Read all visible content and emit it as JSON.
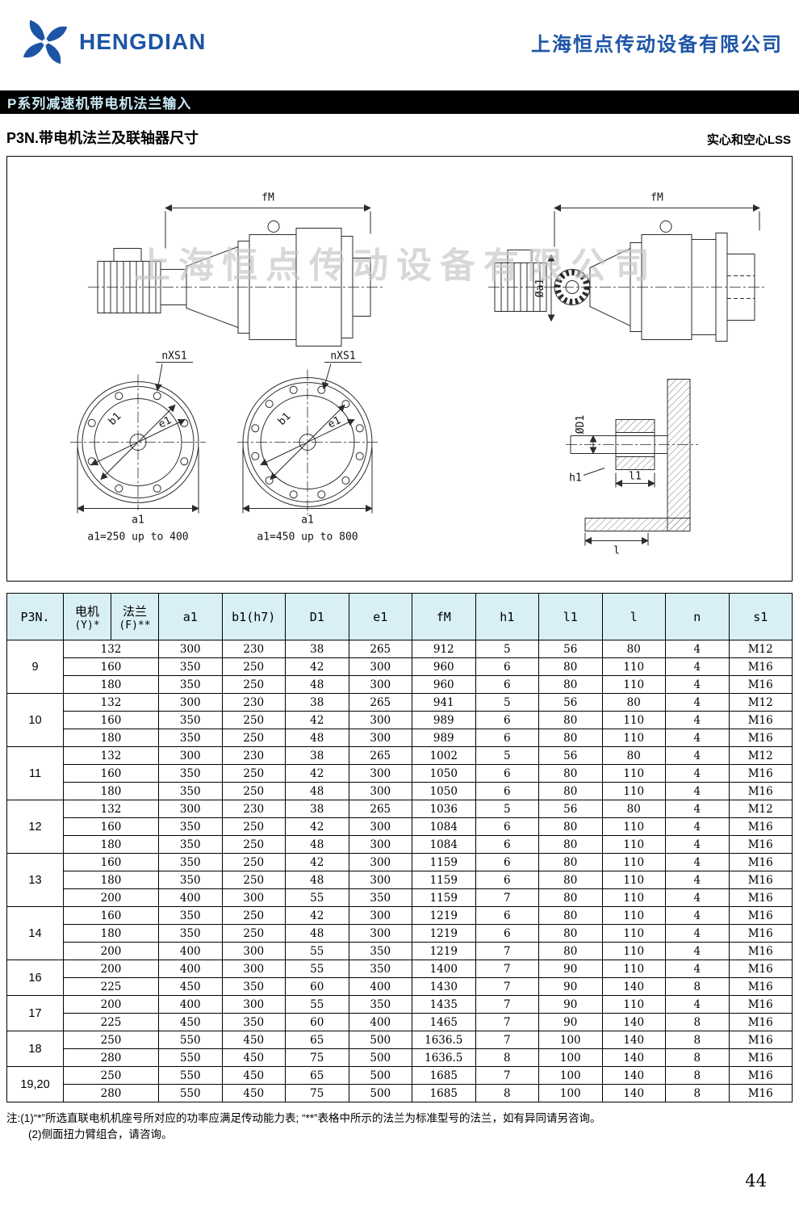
{
  "colors": {
    "brand_blue": "#1d55a6",
    "title_bar_bg": "#000000",
    "title_bar_text": "#c9e9f3",
    "table_header_bg": "#d8eff6",
    "watermark_gray": "#c6c6c6"
  },
  "header": {
    "brand": "HENGDIAN",
    "company": "上海恒点传动设备有限公司"
  },
  "title_bar": "P系列减速机带电机法兰输入",
  "section": {
    "left": "P3N.带电机法兰及联轴器尺寸",
    "right": "实心和空心LSS"
  },
  "drawing": {
    "watermark": "上海恒点传动设备有限公司",
    "labels": {
      "fm": "fM",
      "nxs1": "nXS1",
      "b1": "b1",
      "e1": "e1",
      "a1": "a1",
      "dia_a1": "Øa1",
      "dia_d1": "ØD1",
      "h1": "h1",
      "l1": "l1",
      "l": "l",
      "caption_small": "a1=250 up to 400",
      "caption_large": "a1=450 up to 800"
    }
  },
  "table": {
    "headers": [
      {
        "label": "P3N."
      },
      {
        "label": "电机",
        "sub": "(Y)*"
      },
      {
        "label": "法兰",
        "sub": "(F)**"
      },
      {
        "label": "a1"
      },
      {
        "label": "b1(h7)"
      },
      {
        "label": "D1"
      },
      {
        "label": "e1"
      },
      {
        "label": "fM"
      },
      {
        "label": "h1"
      },
      {
        "label": "l1"
      },
      {
        "label": "l"
      },
      {
        "label": "n"
      },
      {
        "label": "s1"
      }
    ],
    "groups": [
      {
        "model": "9",
        "rows": [
          [
            "132",
            "300",
            "230",
            "38",
            "265",
            "912",
            "5",
            "56",
            "80",
            "4",
            "M12"
          ],
          [
            "160",
            "350",
            "250",
            "42",
            "300",
            "960",
            "6",
            "80",
            "110",
            "4",
            "M16"
          ],
          [
            "180",
            "350",
            "250",
            "48",
            "300",
            "960",
            "6",
            "80",
            "110",
            "4",
            "M16"
          ]
        ]
      },
      {
        "model": "10",
        "rows": [
          [
            "132",
            "300",
            "230",
            "38",
            "265",
            "941",
            "5",
            "56",
            "80",
            "4",
            "M12"
          ],
          [
            "160",
            "350",
            "250",
            "42",
            "300",
            "989",
            "6",
            "80",
            "110",
            "4",
            "M16"
          ],
          [
            "180",
            "350",
            "250",
            "48",
            "300",
            "989",
            "6",
            "80",
            "110",
            "4",
            "M16"
          ]
        ]
      },
      {
        "model": "11",
        "rows": [
          [
            "132",
            "300",
            "230",
            "38",
            "265",
            "1002",
            "5",
            "56",
            "80",
            "4",
            "M12"
          ],
          [
            "160",
            "350",
            "250",
            "42",
            "300",
            "1050",
            "6",
            "80",
            "110",
            "4",
            "M16"
          ],
          [
            "180",
            "350",
            "250",
            "48",
            "300",
            "1050",
            "6",
            "80",
            "110",
            "4",
            "M16"
          ]
        ]
      },
      {
        "model": "12",
        "rows": [
          [
            "132",
            "300",
            "230",
            "38",
            "265",
            "1036",
            "5",
            "56",
            "80",
            "4",
            "M12"
          ],
          [
            "160",
            "350",
            "250",
            "42",
            "300",
            "1084",
            "6",
            "80",
            "110",
            "4",
            "M16"
          ],
          [
            "180",
            "350",
            "250",
            "48",
            "300",
            "1084",
            "6",
            "80",
            "110",
            "4",
            "M16"
          ]
        ]
      },
      {
        "model": "13",
        "rows": [
          [
            "160",
            "350",
            "250",
            "42",
            "300",
            "1159",
            "6",
            "80",
            "110",
            "4",
            "M16"
          ],
          [
            "180",
            "350",
            "250",
            "48",
            "300",
            "1159",
            "6",
            "80",
            "110",
            "4",
            "M16"
          ],
          [
            "200",
            "400",
            "300",
            "55",
            "350",
            "1159",
            "7",
            "80",
            "110",
            "4",
            "M16"
          ]
        ]
      },
      {
        "model": "14",
        "rows": [
          [
            "160",
            "350",
            "250",
            "42",
            "300",
            "1219",
            "6",
            "80",
            "110",
            "4",
            "M16"
          ],
          [
            "180",
            "350",
            "250",
            "48",
            "300",
            "1219",
            "6",
            "80",
            "110",
            "4",
            "M16"
          ],
          [
            "200",
            "400",
            "300",
            "55",
            "350",
            "1219",
            "7",
            "80",
            "110",
            "4",
            "M16"
          ]
        ]
      },
      {
        "model": "16",
        "rows": [
          [
            "200",
            "400",
            "300",
            "55",
            "350",
            "1400",
            "7",
            "90",
            "110",
            "4",
            "M16"
          ],
          [
            "225",
            "450",
            "350",
            "60",
            "400",
            "1430",
            "7",
            "90",
            "140",
            "8",
            "M16"
          ]
        ]
      },
      {
        "model": "17",
        "rows": [
          [
            "200",
            "400",
            "300",
            "55",
            "350",
            "1435",
            "7",
            "90",
            "110",
            "4",
            "M16"
          ],
          [
            "225",
            "450",
            "350",
            "60",
            "400",
            "1465",
            "7",
            "90",
            "140",
            "8",
            "M16"
          ]
        ]
      },
      {
        "model": "18",
        "rows": [
          [
            "250",
            "550",
            "450",
            "65",
            "500",
            "1636.5",
            "7",
            "100",
            "140",
            "8",
            "M16"
          ],
          [
            "280",
            "550",
            "450",
            "75",
            "500",
            "1636.5",
            "8",
            "100",
            "140",
            "8",
            "M16"
          ]
        ]
      },
      {
        "model": "19,20",
        "rows": [
          [
            "250",
            "550",
            "450",
            "65",
            "500",
            "1685",
            "7",
            "100",
            "140",
            "8",
            "M16"
          ],
          [
            "280",
            "550",
            "450",
            "75",
            "500",
            "1685",
            "8",
            "100",
            "140",
            "8",
            "M16"
          ]
        ]
      }
    ]
  },
  "notes": [
    "注:(1)“*”所选直联电机机座号所对应的功率应满足传动能力表; “**”表格中所示的法兰为标准型号的法兰，如有异同请另咨询。",
    "(2)侧面扭力臂组合，请咨询。"
  ],
  "page_number": "44"
}
